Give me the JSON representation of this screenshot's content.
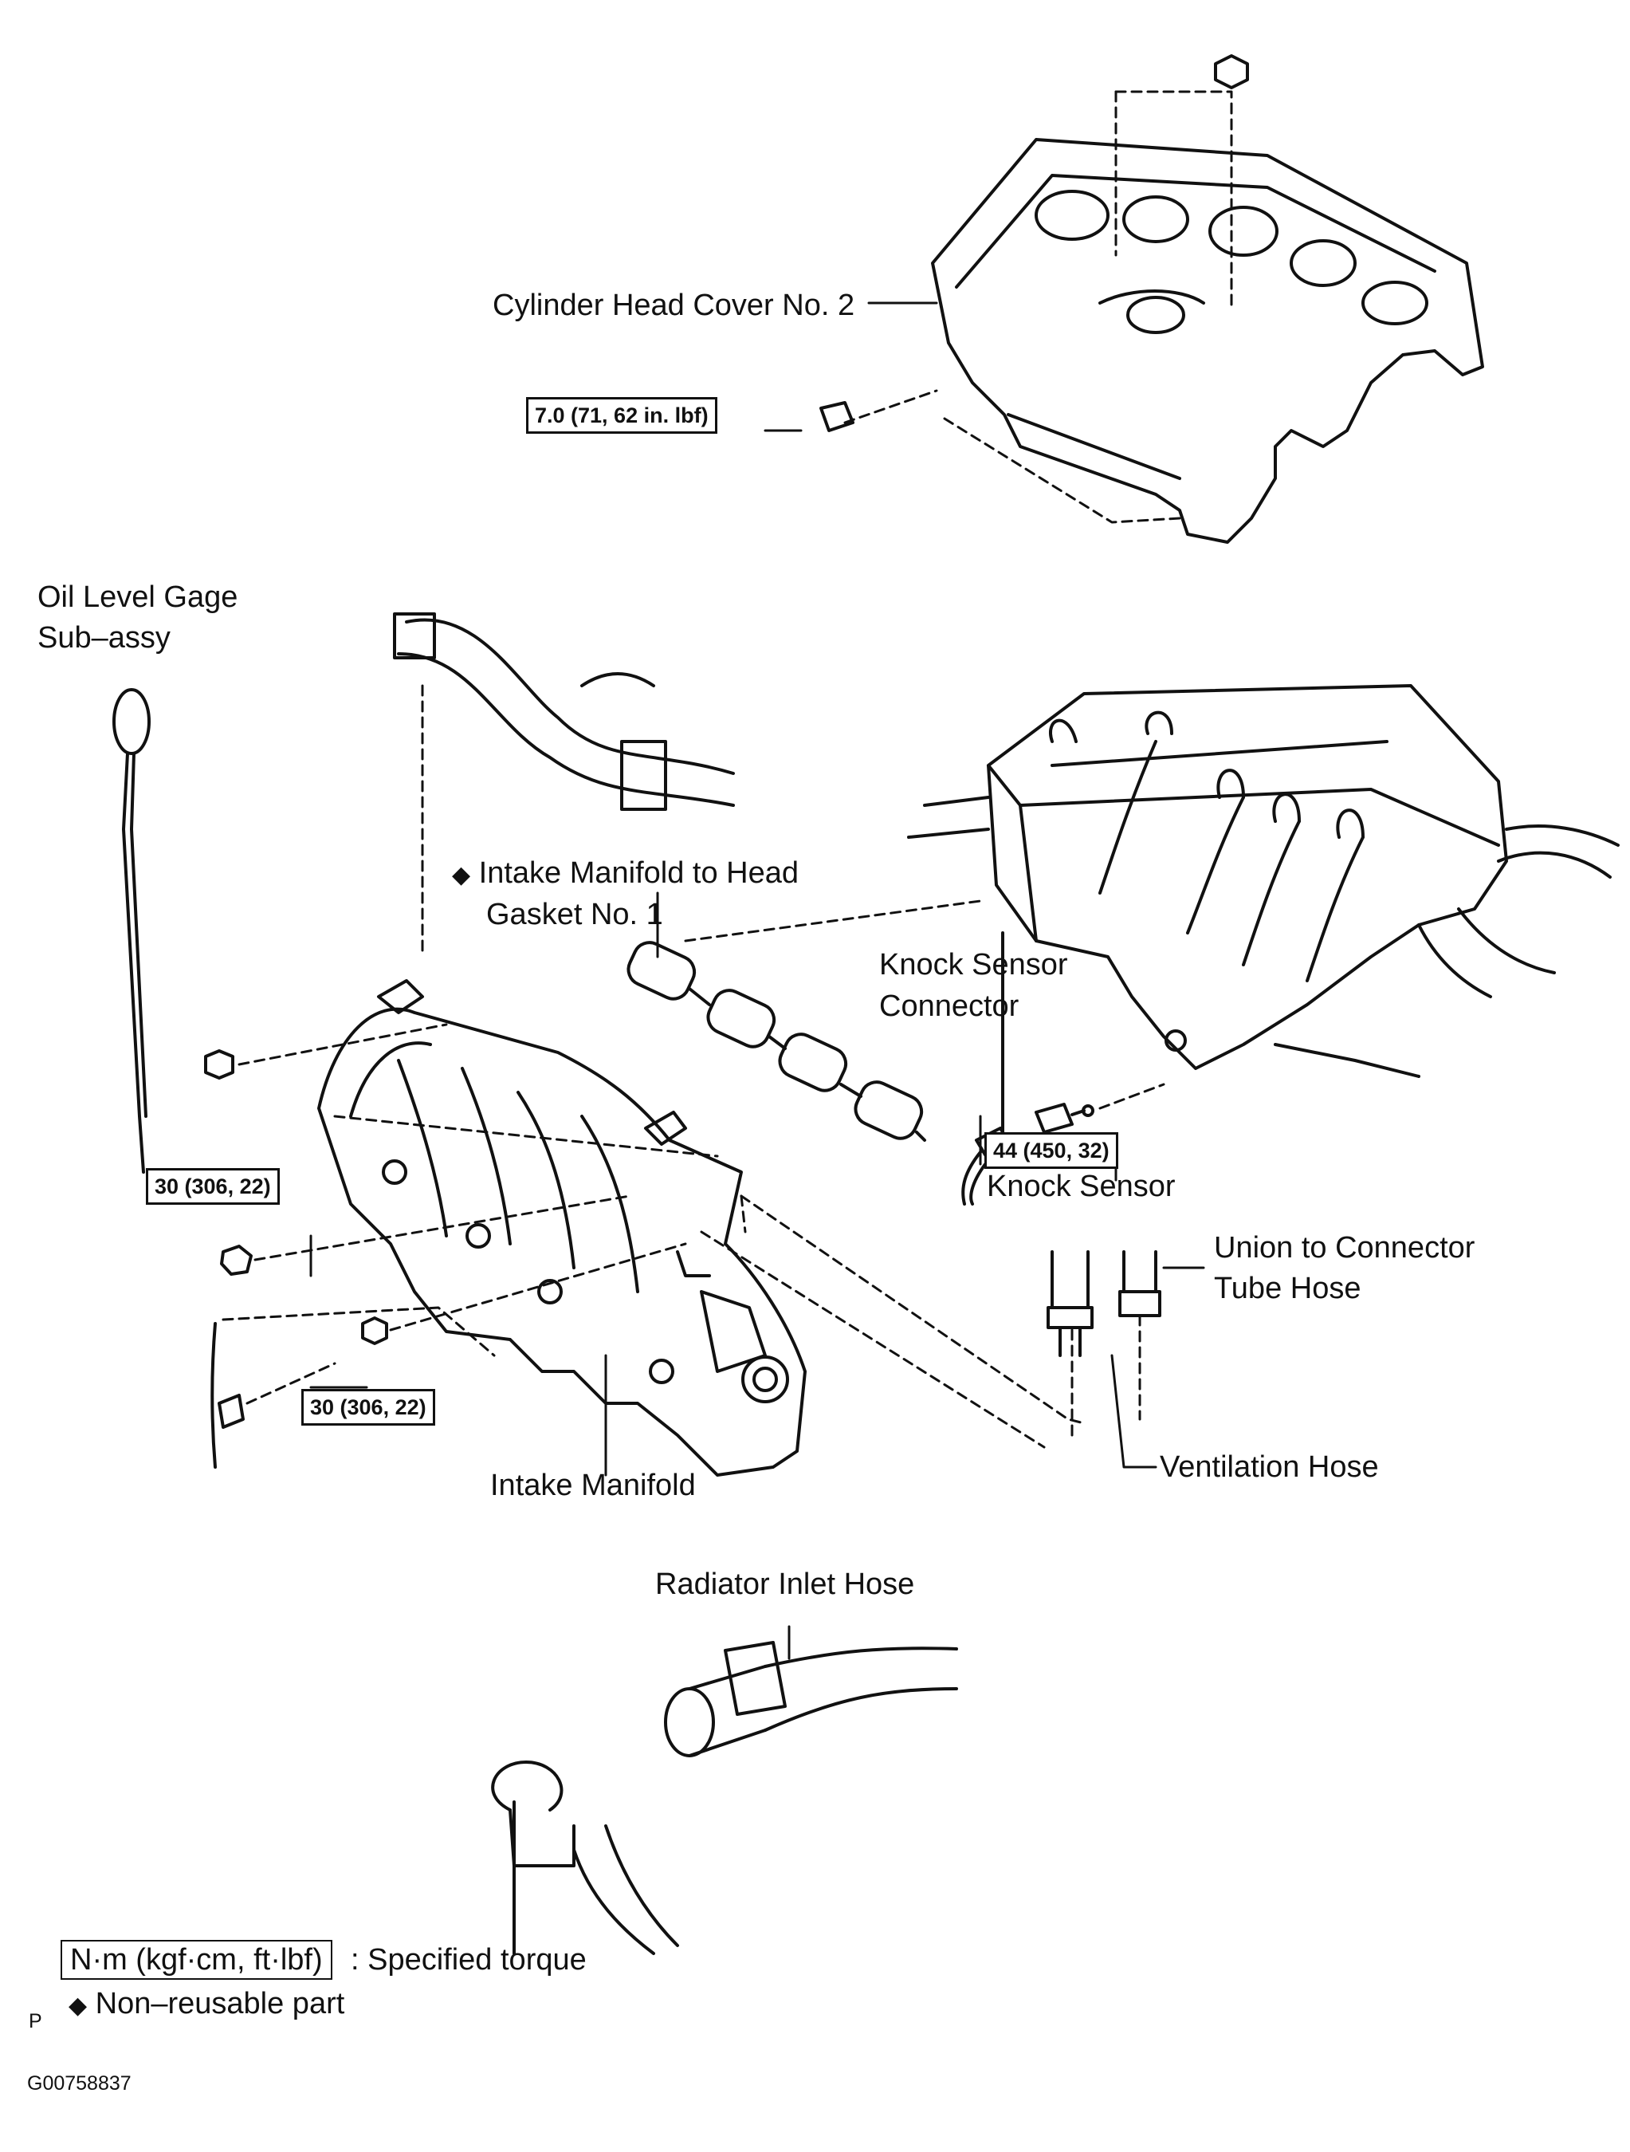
{
  "labels": {
    "cylinder_head_cover": "Cylinder Head Cover No. 2",
    "oil_level_gage_line1": "Oil Level Gage",
    "oil_level_gage_line2": "Sub–assy",
    "gasket_line1": "Intake Manifold to Head",
    "gasket_line2": "Gasket No. 1",
    "knock_sensor_connector_line1": "Knock Sensor",
    "knock_sensor_connector_line2": "Connector",
    "knock_sensor": "Knock Sensor",
    "union_hose_line1": "Union to Connector",
    "union_hose_line2": "Tube Hose",
    "ventilation_hose": "Ventilation Hose",
    "intake_manifold": "Intake Manifold",
    "radiator_inlet_hose": "Radiator Inlet Hose"
  },
  "torques": {
    "head_cover_nut": "7.0 (71, 62 in. lbf)",
    "knock_sensor": "44 (450, 32)",
    "manifold_bolt": "30 (306, 22)",
    "manifold_nut": "30 (306, 22)"
  },
  "legend": {
    "torque_unit": "N·m (kgf·cm, ft·lbf)",
    "torque_desc": ": Specified torque",
    "nonreusable_symbol": "◆",
    "nonreusable_desc": "Non–reusable part"
  },
  "footer": {
    "page_letter": "P",
    "figure_id": "G00758837"
  }
}
